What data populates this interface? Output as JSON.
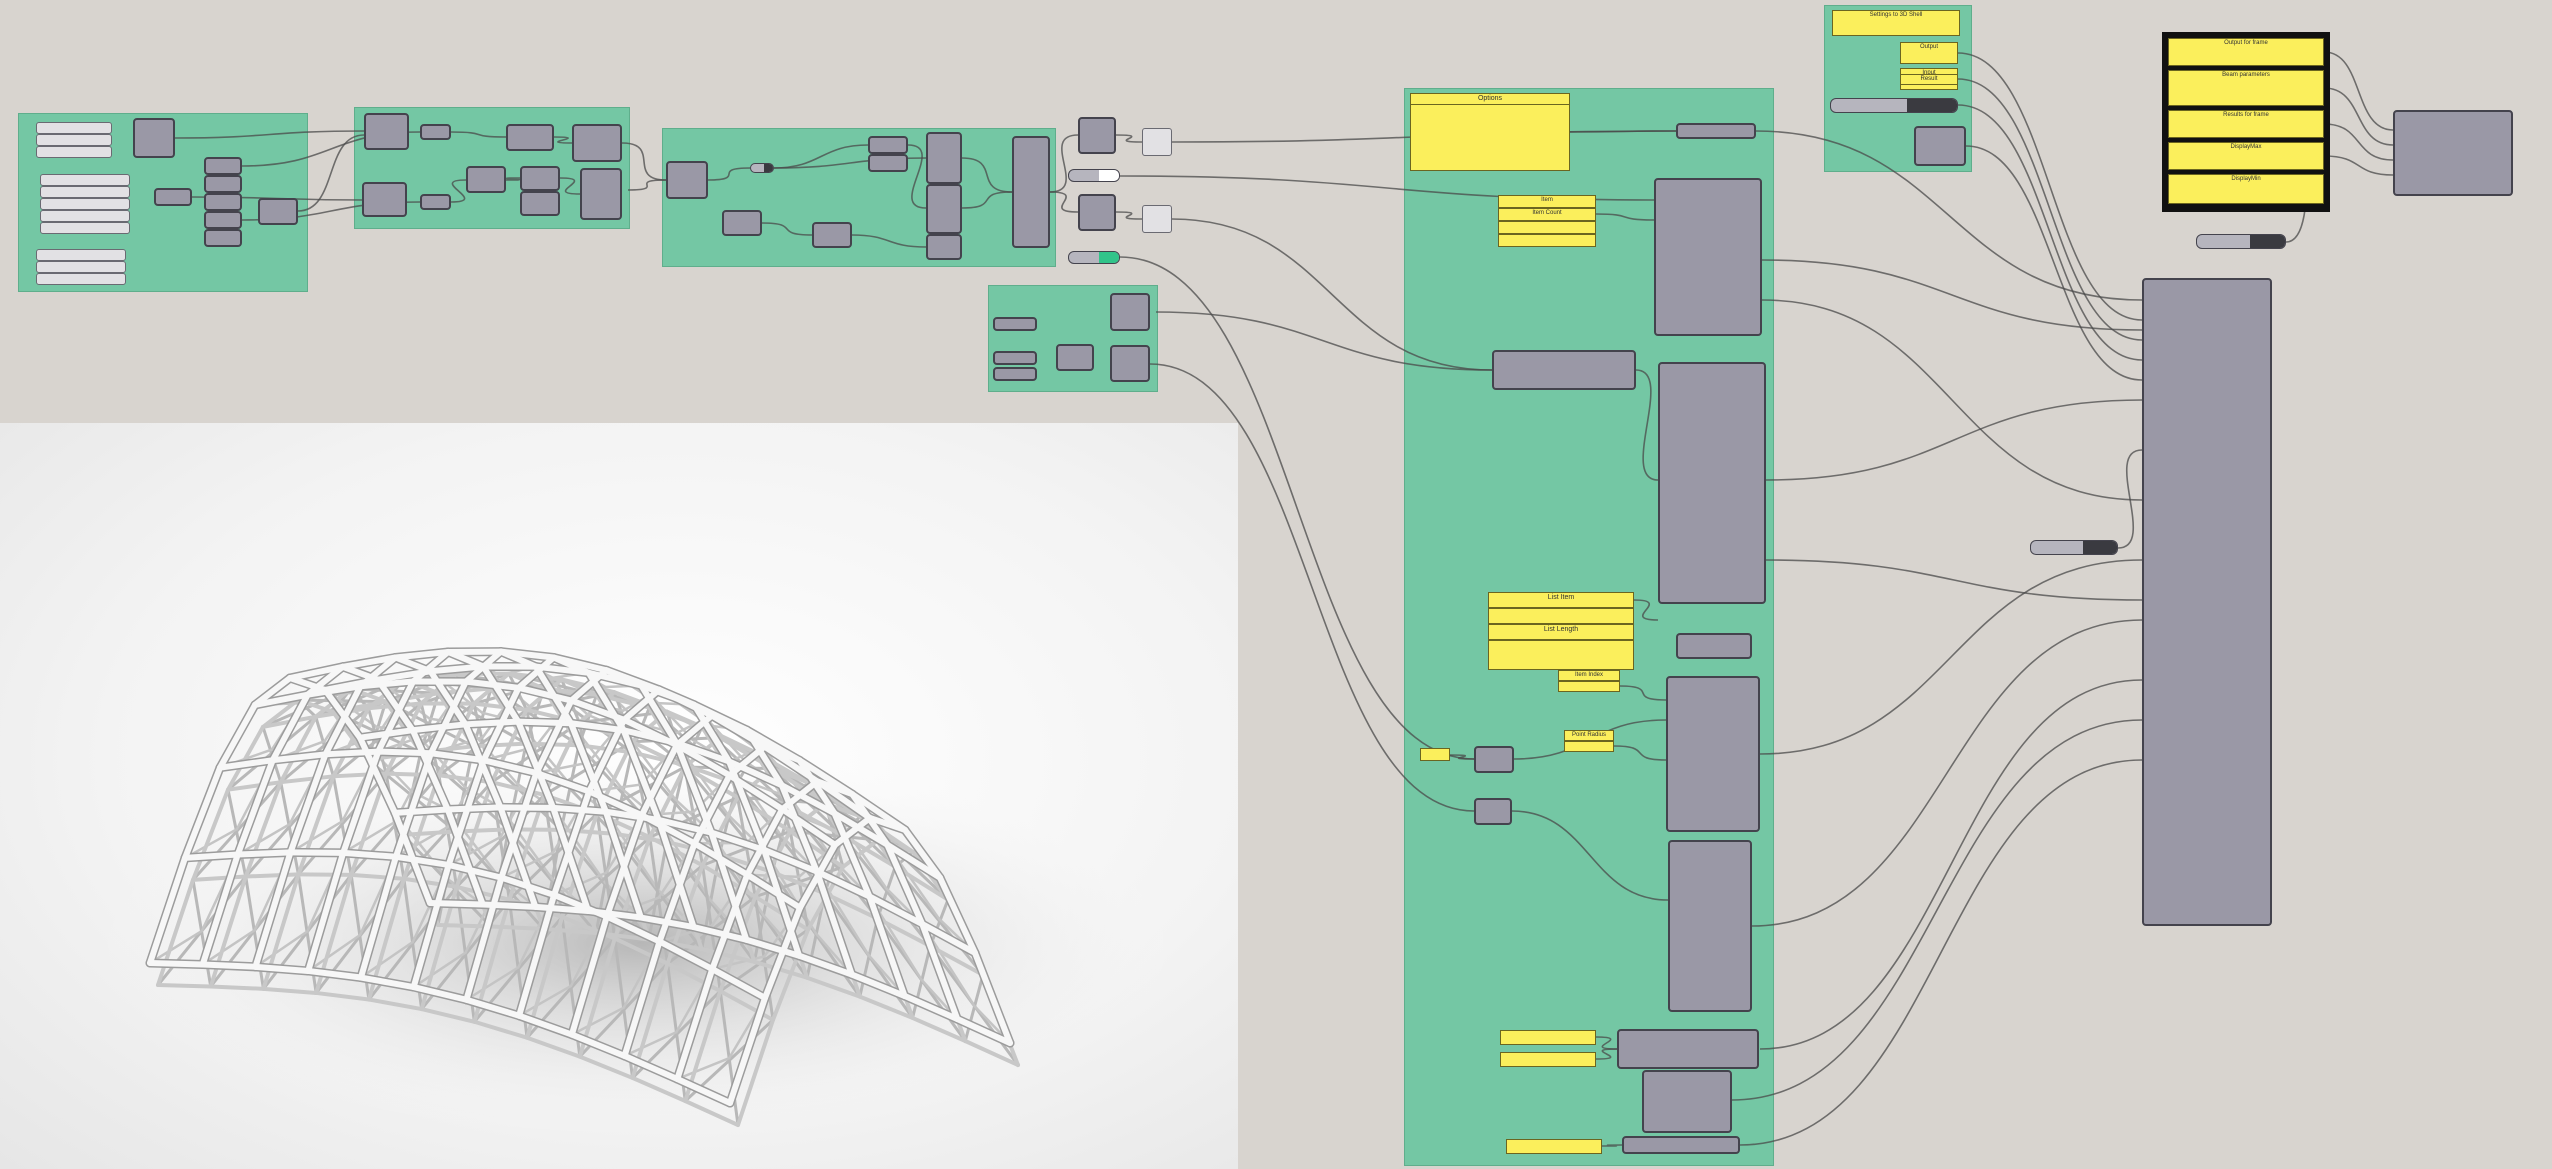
{
  "canvas": {
    "background": "#d8d4cf",
    "group_color": "#74c7a4",
    "component_color": "#9a98a6",
    "panel_color": "#fbef5c",
    "slider_active_color": "#31c48a"
  },
  "panels": {
    "top_note": "Settings to 3D Shell",
    "slot_a": "Output",
    "slot_b": "Input",
    "slot_c": "Result",
    "main_panel": "Options",
    "hdr_1": "Item",
    "hdr_2": "Item  Count",
    "mid_1": "List Item",
    "mid_2": "List Length",
    "mid_3": "Item  Index",
    "mid_4": "Point  Radius",
    "right_1": "Output  for  frame",
    "right_2": "Beam  parameters",
    "right_3": "Results  for  frame",
    "right_4": "DisplayMax",
    "right_5": "DisplayMin"
  },
  "render": {
    "description_icon": "truss-shell-render-icon"
  }
}
